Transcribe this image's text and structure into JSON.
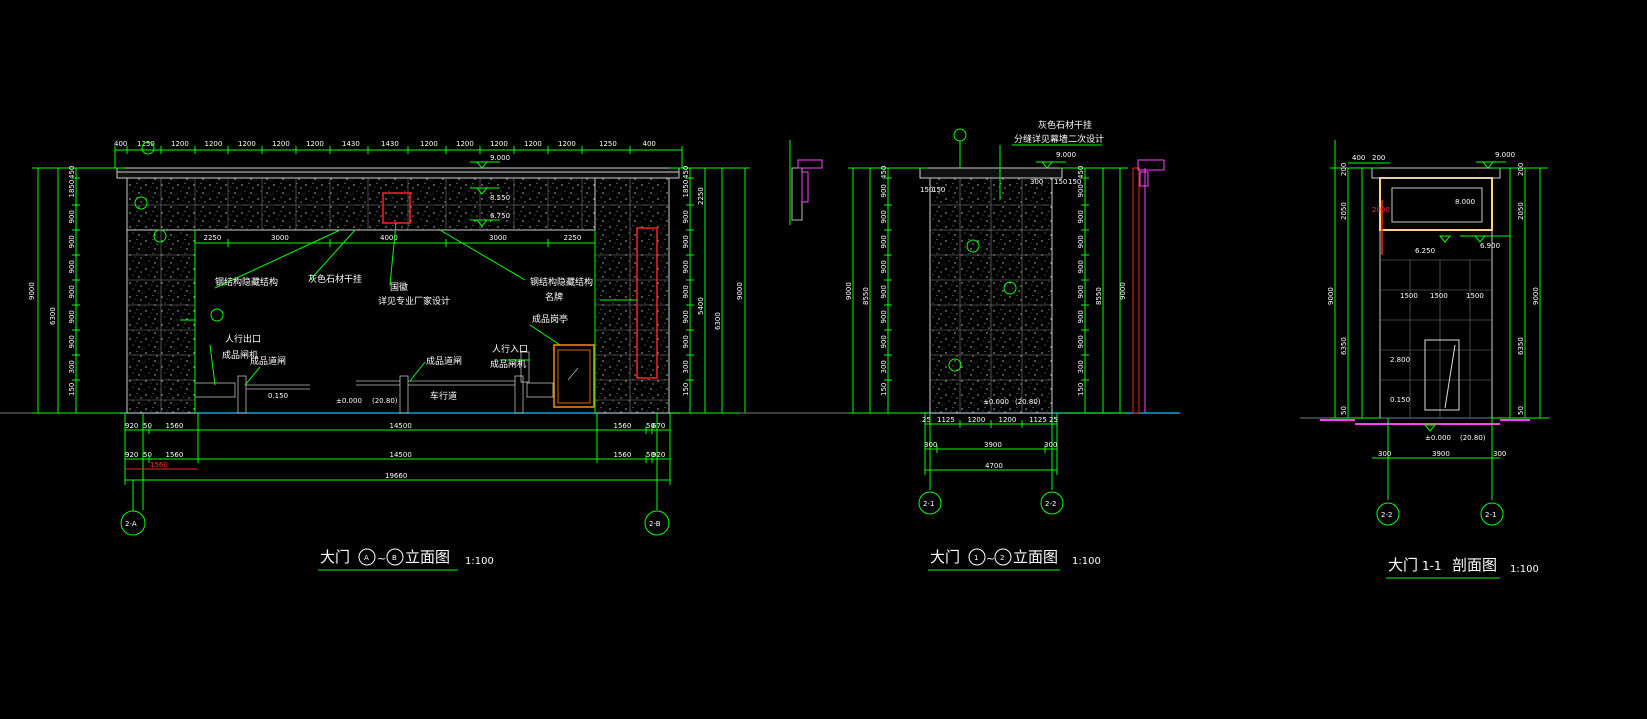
{
  "drawings": {
    "front": {
      "title": "大门",
      "axis_a": "A",
      "axis_b": "B",
      "title_tail": "立面图",
      "scale": "1:100",
      "axes": [
        "2-A",
        "2-B"
      ],
      "top_dims": [
        "400",
        "1250",
        "1200",
        "1200",
        "1200",
        "1200",
        "1200",
        "1430",
        "1430",
        "1200",
        "1200",
        "1200",
        "1200",
        "1200",
        "1250",
        "400"
      ],
      "left_dims": [
        "450",
        "1850",
        "900",
        "900",
        "900",
        "900",
        "900",
        "900",
        "300",
        "150"
      ],
      "left_total_1": "6300",
      "left_total_2": "9000",
      "right_dims": [
        "450",
        "1850",
        "900",
        "900",
        "900",
        "900",
        "900",
        "900",
        "300",
        "150"
      ],
      "right_total_a": "2250",
      "right_total_b": "5400",
      "right_total_c": "6300",
      "right_total_d": "9000",
      "inner_dims": [
        "2250",
        "3000",
        "4000",
        "3000",
        "2250"
      ],
      "levels": {
        "top": "9.000",
        "l1": "8.550",
        "l2": "6.750",
        "ground": "±0.000",
        "ground_note": "(20.80)",
        "step": "0.150"
      },
      "labels": {
        "pedestrian_exit": "人行出口",
        "finished_barrier": "成品闸机",
        "finished_gate": "成品闸机",
        "finished_door": "成品道闸",
        "finished_door2": "成品道闸",
        "steel_structure_l": "钢结构隐藏结构",
        "stone_finish": "灰色石材干挂",
        "emblem": "国徽",
        "emblem_note": "详见专业厂家设计",
        "steel_structure_r": "钢结构隐藏结构",
        "nameplate": "名牌",
        "guard_post": "成品岗亭",
        "pedestrian_entry": "人行入口",
        "finished_barrier_r": "成品闸机",
        "driveway": "车行道"
      },
      "bottom_row1": [
        "920",
        "50",
        "1560",
        "14500",
        "1560",
        "50",
        "670"
      ],
      "bottom_row2": [
        "920",
        "50",
        "1560",
        "14500",
        "1560",
        "50",
        "920"
      ],
      "bottom_total": "19660",
      "red_dim": "1560"
    },
    "side": {
      "title": "大门",
      "axis_1": "1",
      "axis_2": "2",
      "title_tail": "立面图",
      "scale": "1:100",
      "axes": [
        "2-1",
        "2-2"
      ],
      "note1": "灰色石材干挂",
      "note2": "分缝详见幕墙二次设计",
      "level_top": "9.000",
      "dims_bottom1": [
        "25",
        "1125",
        "1200",
        "1200",
        "1125",
        "25"
      ],
      "dims_bottom2": [
        "300",
        "3900",
        "300"
      ],
      "dims_total": "4700",
      "left_dims": [
        "450",
        "900",
        "900",
        "900",
        "900",
        "900",
        "900",
        "900",
        "300",
        "150"
      ],
      "left_total_1": "8550",
      "left_total_2": "9000",
      "right_total_1": "8550",
      "right_total_2": "9000",
      "small_dims": [
        "150",
        "150",
        "300",
        "150",
        "150"
      ],
      "ground": "±0.000",
      "ground_note": "(20.80)"
    },
    "section": {
      "title": "大门",
      "subtitle": "1-1",
      "title_tail": "剖面图",
      "scale": "1:100",
      "axes": [
        "2-2",
        "2-1"
      ],
      "top_dims": [
        "400",
        "200"
      ],
      "levels": {
        "top": "9.000",
        "l1": "8.000",
        "l2": "6.250",
        "l3": "6.900",
        "l4": "2.800",
        "l5": "0.150",
        "ground": "±0.000",
        "ground_note": "(20.80)"
      },
      "red_dim": "2000",
      "mid_dims": [
        "1500",
        "1500",
        "1500"
      ],
      "left_dims": [
        "200",
        "2050",
        "6350",
        "9000",
        "50"
      ],
      "right_dims": [
        "200",
        "2050",
        "6350",
        "9000",
        "50"
      ],
      "bottom_dims": [
        "300",
        "3900",
        "300"
      ]
    }
  }
}
